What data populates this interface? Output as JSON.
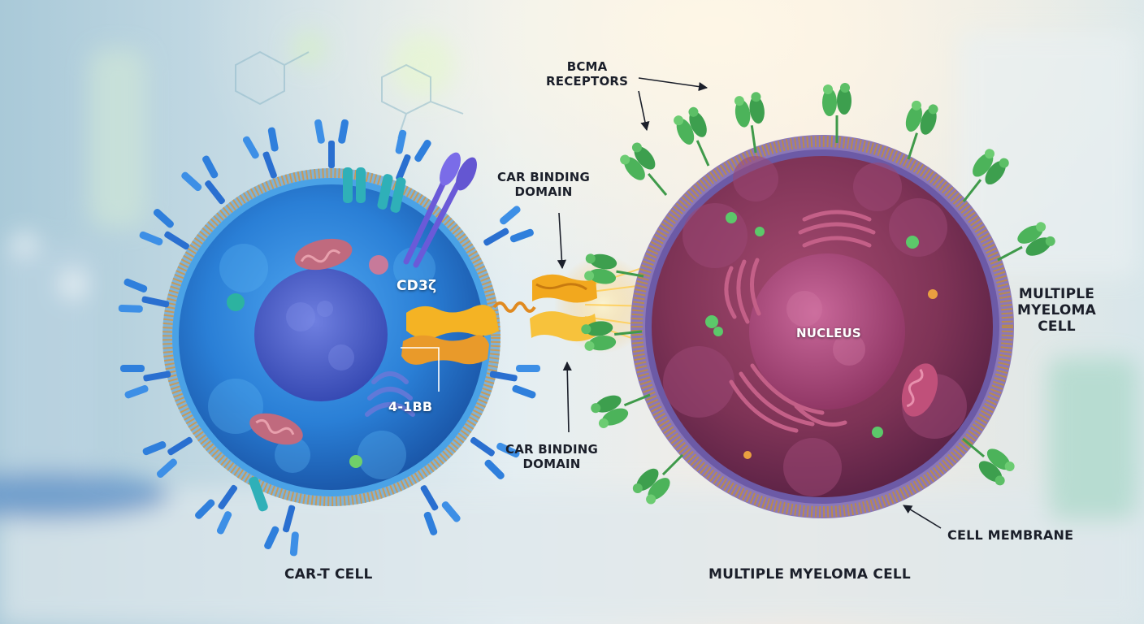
{
  "labels": {
    "bcma": [
      "BCMA",
      "RECEPTORS"
    ],
    "car_binding_top": [
      "CAR BINDING",
      "DOMAIN"
    ],
    "car_binding_bottom": [
      "CAR BINDING",
      "DOMAIN"
    ],
    "cd3z": "CD3ζ",
    "fourone": "4-1BB",
    "nucleus": "NUCLEUS",
    "mm_right": [
      "MULTIPLE",
      "MYELOMA",
      "CELL"
    ],
    "cell_membrane": "CELL MEMBRANE",
    "car_t_cell": "CAR-T CELL",
    "mm_bottom": "MULTIPLE MYELOMA CELL"
  },
  "colors": {
    "car_t_body": "#2f86d8",
    "car_t_nucleus": "#4a5fc9",
    "membrane": "#c79a5a",
    "myeloma_body": "#8a3a5e",
    "myeloma_nucleus": "#b8557d",
    "bcma_receptor": "#4caf50",
    "car_domain": "#f2b12c",
    "background": "#dfe9ee"
  }
}
